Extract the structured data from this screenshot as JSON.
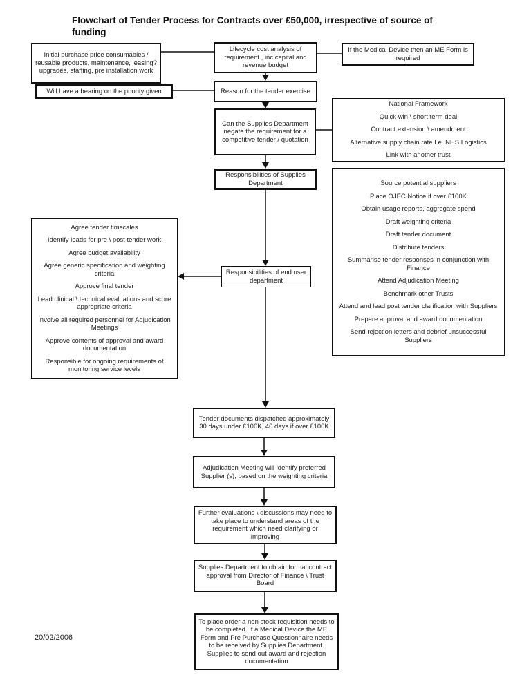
{
  "title": "Flowchart of Tender Process for Contracts over £50,000, irrespective of source of funding",
  "date": "20/02/2006",
  "boxes": {
    "initial_purchase": "Initial purchase price consumables / reusable products,  maintenance, leasing?  upgrades, staffing, pre installation work",
    "bearing_priority": "Will have a bearing on the priority given",
    "lifecycle_cost": "Lifecycle cost analysis of requirement , inc capital and revenue budget",
    "me_form": "If the Medical Device then an ME Form is required",
    "reason_tender": "Reason for the tender exercise",
    "can_negate": "Can the Supplies Department negate the requirement for a competitive tender / quotation",
    "resp_supplies": "Responsibilities of Supplies Department",
    "resp_end_user": "Responsibilities of end user department",
    "tender_dispatch": "Tender documents dispatched approximately 30 days under £100K, 40 days if over £100K",
    "adjudication": "Adjudication Meeting will identify preferred Supplier (s), based on the weighting criteria",
    "further_evaluations": "Further evaluations  \\ discussions may need to take place to understand areas of the requirement which need clarifying or improving",
    "contract_approval": "Supplies Department to obtain formal contract approval from Director of Finance \\ Trust Board",
    "place_order": "To place order a non stock requisition needs to be completed.  If a Medical Device the ME Form and Pre Purchase Questionnaire needs to be received by Supplies Department.  Supplies to send out award and rejection documentation"
  },
  "lists": {
    "national_framework": {
      "items": [
        "National Framework",
        "Quick win \\ short term deal",
        "Contract extension \\ amendment",
        "Alternative supply chain rate I.e. NHS Logistics",
        "Link with another trust"
      ]
    },
    "source_suppliers": {
      "items": [
        "Source potential suppliers",
        "Place OJEC Notice if over £100K",
        "Obtain usage reports, aggregate spend",
        "Draft weighting criteria",
        "Draft tender document",
        "Distribute tenders",
        "Summarise tender responses in conjunction with Finance",
        "Attend Adjudication Meeting",
        "Benchmark other Trusts",
        "Attend and lead post tender clarification with Suppliers",
        "Prepare approval and award documentation",
        "Send rejection letters and debrief unsuccessful Suppliers"
      ]
    },
    "end_user_tasks": {
      "items": [
        "Agree tender timscales",
        "Identify leads for pre \\ post tender work",
        "Agree budget availability",
        "Agree generic specification and weighting criteria",
        "Approve final tender",
        "Lead clinical \\ technical evaluations and score appropriate criteria",
        "Involve all required personnel for Adjudication Meetings",
        "Approve contents of approval and award documentation",
        "Responsible for ongoing requirements of monitoring service levels"
      ]
    }
  }
}
